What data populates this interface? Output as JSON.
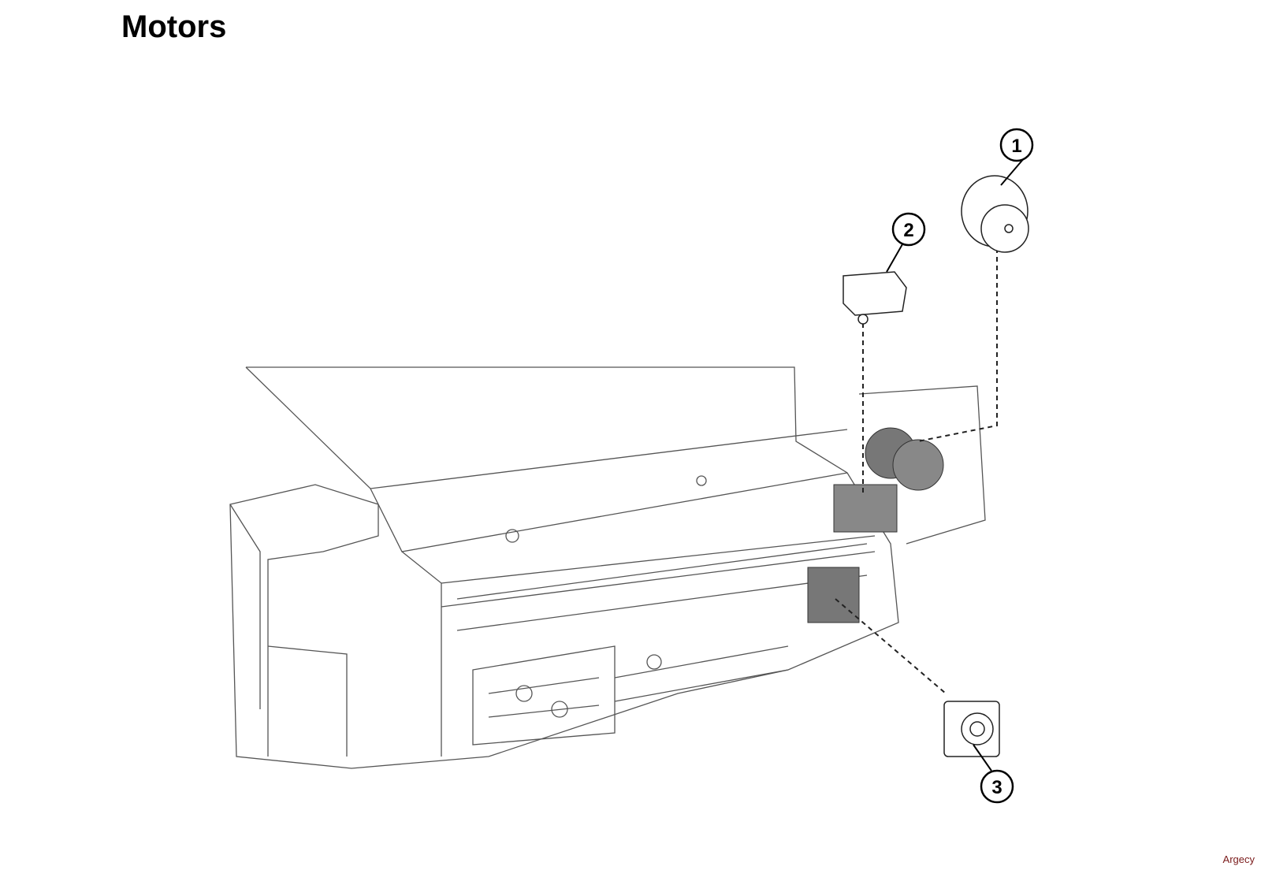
{
  "page": {
    "title": "Motors",
    "watermark": "Argecy"
  },
  "callouts": [
    {
      "number": "1",
      "part": "motor-round"
    },
    {
      "number": "2",
      "part": "motor-square-small"
    },
    {
      "number": "3",
      "part": "motor-square-stepper"
    }
  ]
}
